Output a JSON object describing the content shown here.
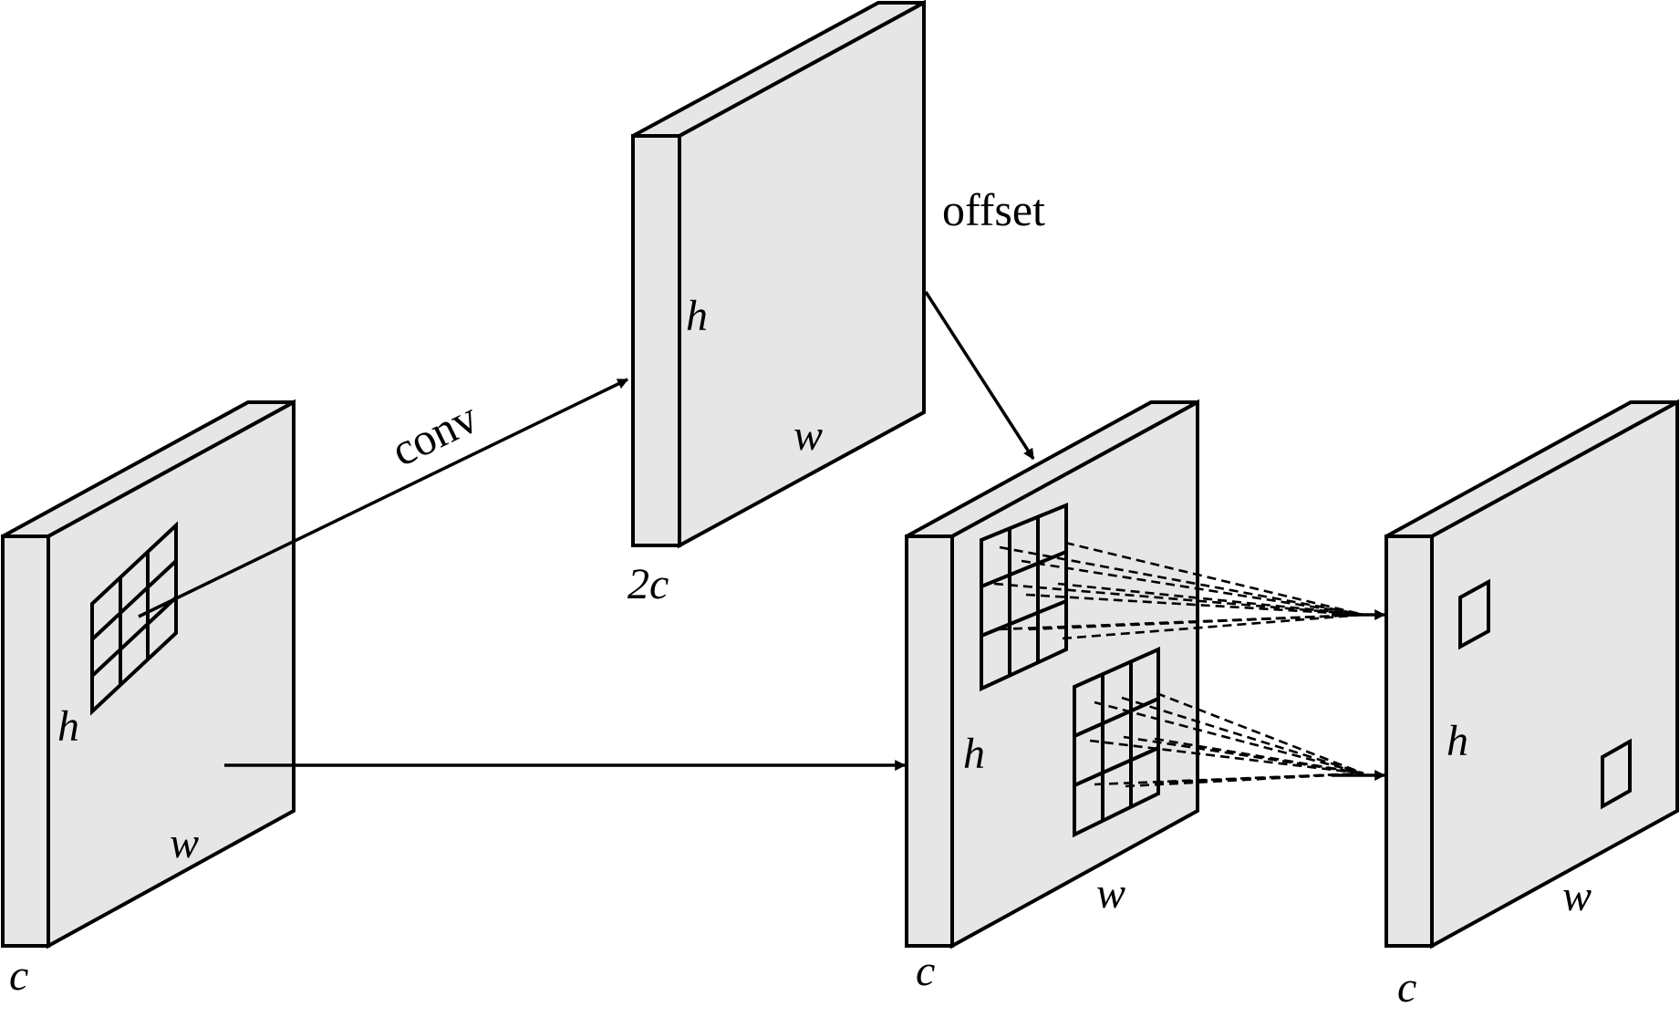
{
  "labels": {
    "input": {
      "h": "h",
      "w": "w",
      "c": "c"
    },
    "offset_map": {
      "h": "h",
      "w": "w",
      "c": "2c"
    },
    "deform": {
      "h": "h",
      "w": "w",
      "c": "c"
    },
    "output": {
      "h": "h",
      "w": "w",
      "c": "c"
    },
    "conv": "conv",
    "offset": "offset"
  }
}
